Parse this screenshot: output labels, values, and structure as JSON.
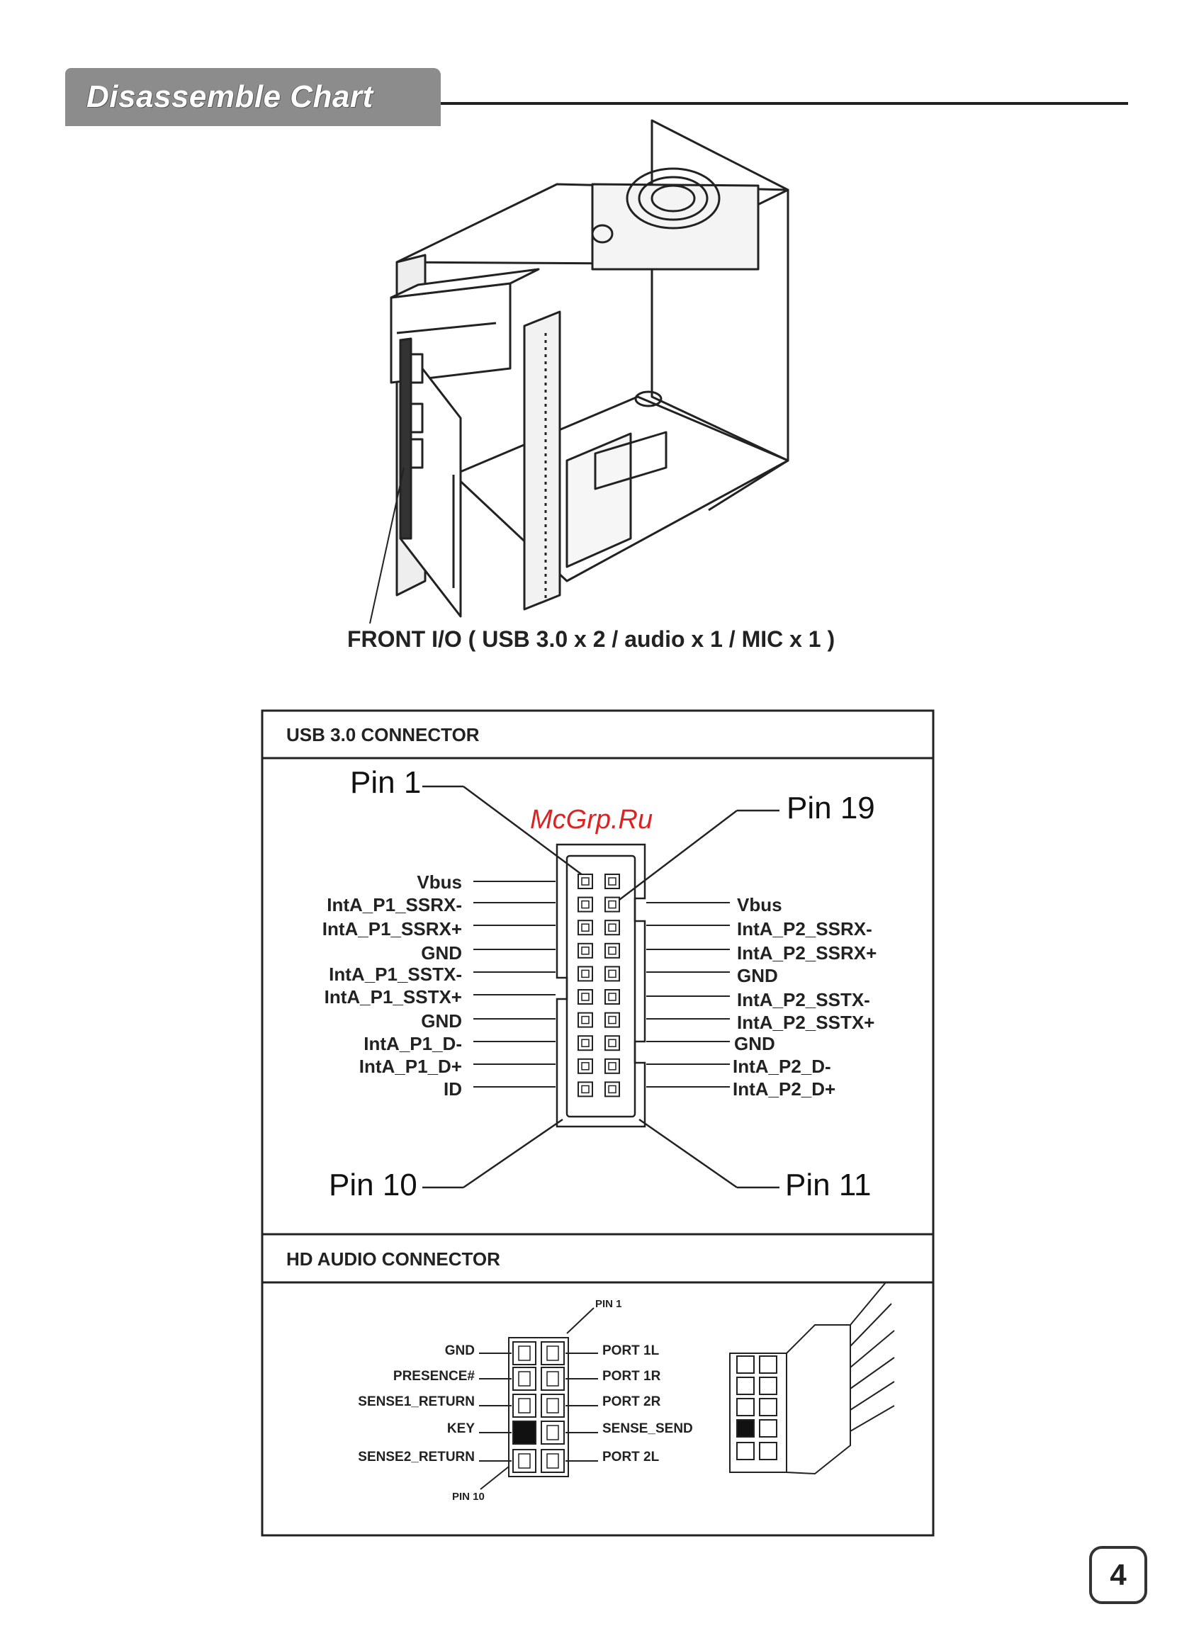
{
  "header": {
    "title": "Disassemble Chart"
  },
  "case_illustration": {
    "caption": "FRONT I/O ( USB 3.0 x 2 / audio x 1 / MIC x 1 )"
  },
  "usb_connector": {
    "title": "USB 3.0 CONNECTOR",
    "callouts": {
      "pin1": "Pin 1",
      "pin19": "Pin 19",
      "pin10": "Pin 10",
      "pin11": "Pin 11"
    },
    "left_pins": [
      "Vbus",
      "IntA_P1_SSRX-",
      "IntA_P1_SSRX+",
      "GND",
      "IntA_P1_SSTX-",
      "IntA_P1_SSTX+",
      "GND",
      "IntA_P1_D-",
      "IntA_P1_D+",
      "ID"
    ],
    "right_pins": [
      "Vbus",
      "IntA_P2_SSRX-",
      "IntA_P2_SSRX+",
      "GND",
      "IntA_P2_SSTX-",
      "IntA_P2_SSTX+",
      "GND",
      "IntA_P2_D-",
      "IntA_P2_D+"
    ]
  },
  "audio_connector": {
    "title": "HD AUDIO CONNECTOR",
    "pin1_label": "PIN 1",
    "pin10_label": "PIN 10",
    "left_pins": [
      "GND",
      "PRESENCE#",
      "SENSE1_RETURN",
      "KEY",
      "SENSE2_RETURN"
    ],
    "right_pins": [
      "PORT 1L",
      "PORT 1R",
      "PORT 2R",
      "SENSE_SEND",
      "PORT 2L"
    ]
  },
  "watermark": "McGrp.Ru",
  "page_number": "4"
}
